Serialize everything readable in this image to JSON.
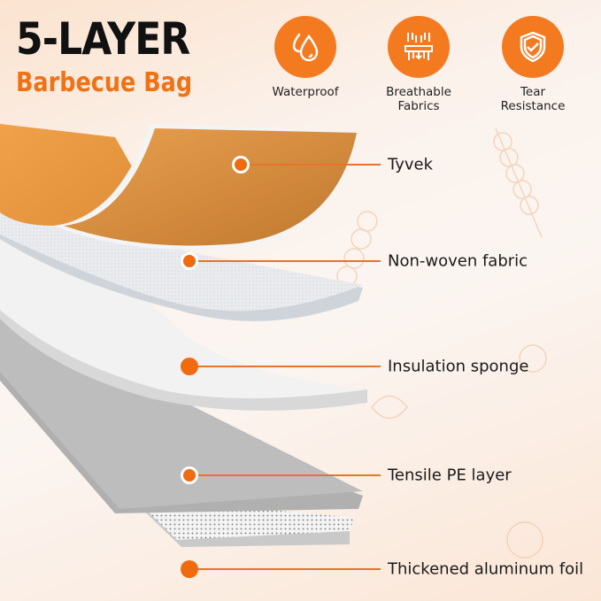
{
  "header": {
    "title": "5-LAYER",
    "subtitle": "Barbecue Bag"
  },
  "features": [
    {
      "icon": "water-drops-icon",
      "label_line1": "Waterproof",
      "label_line2": ""
    },
    {
      "icon": "breathable-fabric-icon",
      "label_line1": "Breathable",
      "label_line2": "Fabrics"
    },
    {
      "icon": "shield-check-icon",
      "label_line1": "Tear",
      "label_line2": "Resistance"
    }
  ],
  "layers": [
    {
      "label": "Tyvek"
    },
    {
      "label": "Non-woven fabric"
    },
    {
      "label": "Insulation sponge"
    },
    {
      "label": "Tensile PE layer"
    },
    {
      "label": "Thickened aluminum foil"
    }
  ],
  "colors": {
    "accent": "#f47a20",
    "title": "#111111",
    "subtitle": "#f07216",
    "tyvek": "#d98a3a",
    "background": "#fbf2ec"
  }
}
